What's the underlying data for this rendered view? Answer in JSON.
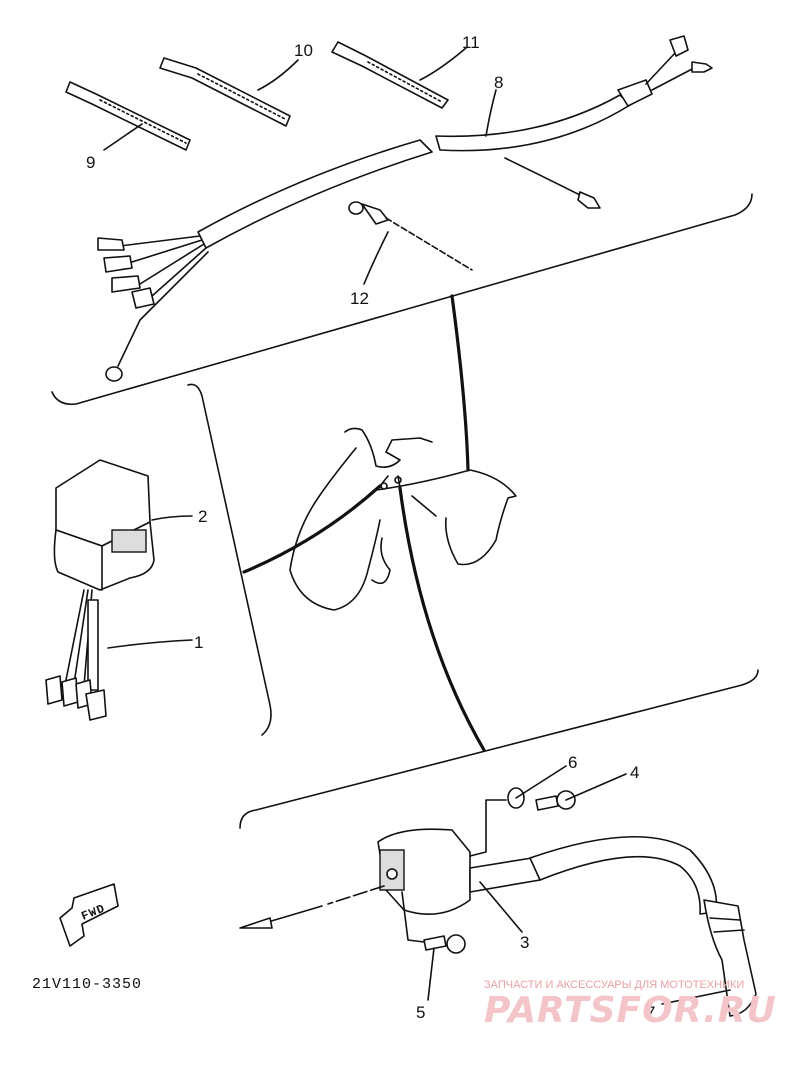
{
  "callouts": [
    "1",
    "2",
    "3",
    "4",
    "5",
    "6",
    "7",
    "8",
    "9",
    "10",
    "11",
    "12"
  ],
  "diagram_code": "21V110-3350",
  "direction_badge": "FWD",
  "watermark": {
    "tagline": "ЗАПЧАСТИ И АКСЕССУАРЫ ДЛЯ МОТОТЕХНИКИ",
    "brand": "PARTSFOR.RU"
  },
  "colors": {
    "line": "#111111",
    "watermark": "#e8a0a6"
  }
}
